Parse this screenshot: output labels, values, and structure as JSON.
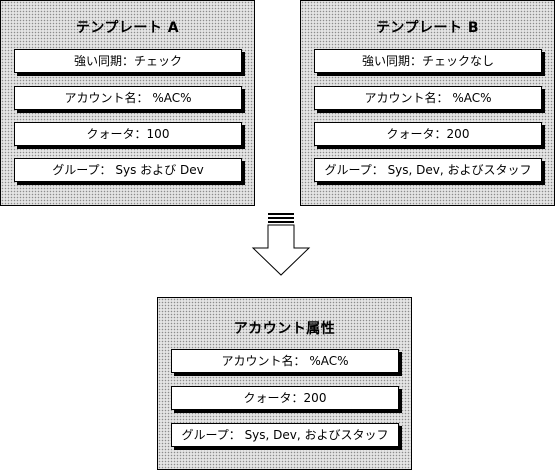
{
  "template_a": {
    "title": "テンプレート A",
    "fields": [
      "強い同期：チェック",
      "アカウント名： %AC%",
      "クォータ：100",
      "グループ： Sys および Dev"
    ]
  },
  "template_b": {
    "title": "テンプレート B",
    "fields": [
      "強い同期：チェックなし",
      "アカウント名： %AC%",
      "クォータ：200",
      "グループ： Sys, Dev, およびスタッフ"
    ]
  },
  "result": {
    "title": "アカウント属性",
    "fields": [
      "アカウント名： %AC%",
      "クォータ：200",
      "グループ： Sys, Dev, およびスタッフ"
    ]
  },
  "colors": {
    "panel_fill": "#e4e4e4",
    "dots": "#8c8c8c",
    "arrow_fill": "#ffffff"
  },
  "icons": {
    "merge_arrow": "down-arrow-icon"
  }
}
